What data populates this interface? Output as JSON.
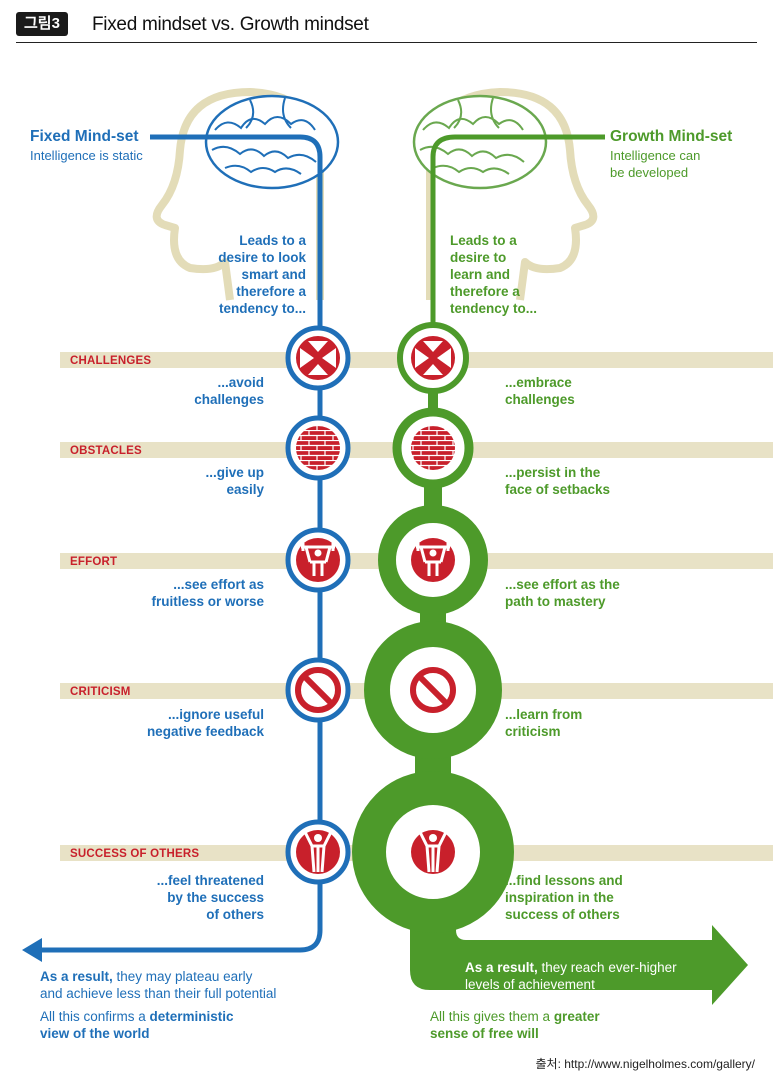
{
  "figure": {
    "badge": "그림3",
    "title": "Fixed mindset vs. Growth mindset",
    "source": "출처: http://www.nigelholmes.com/gallery/"
  },
  "fixed": {
    "heading": "Fixed Mind-set",
    "subheading": "Intelligence is static",
    "leads": [
      "Leads to a",
      "desire to look",
      "smart and",
      "therefore a",
      "tendency to..."
    ],
    "color": "#1f6fb8"
  },
  "growth": {
    "heading": "Growth Mind-set",
    "subheading": [
      "Intelligence can",
      "be developed"
    ],
    "leads": [
      "Leads to a",
      "desire to",
      "learn and",
      "therefore a",
      "tendency to..."
    ],
    "color": "#4d9a2a"
  },
  "rows": [
    {
      "category": "CHALLENGES",
      "icon": "arrows-inward-icon",
      "fixed": [
        "...avoid",
        "challenges"
      ],
      "growth": [
        "...embrace",
        "challenges"
      ]
    },
    {
      "category": "OBSTACLES",
      "icon": "brick-wall-icon",
      "fixed": [
        "...give up",
        "easily"
      ],
      "growth": [
        "...persist in the",
        "face of setbacks"
      ]
    },
    {
      "category": "EFFORT",
      "icon": "weightlifter-icon",
      "fixed": [
        "...see effort as",
        "fruitless or worse"
      ],
      "growth": [
        "...see effort as the",
        "path to mastery"
      ]
    },
    {
      "category": "CRITICISM",
      "icon": "no-sign-icon",
      "fixed": [
        "...ignore useful",
        "negative feedback"
      ],
      "growth": [
        "...learn from",
        "criticism"
      ]
    },
    {
      "category": "SUCCESS OF OTHERS",
      "icon": "cheering-person-icon",
      "fixed": [
        "...feel threatened",
        "by the success",
        "of others"
      ],
      "growth": [
        "...find lessons and",
        "inspiration in the",
        "success of others"
      ]
    }
  ],
  "results": {
    "fixed_lead": "As a result,",
    "fixed_rest1": " they may plateau early",
    "fixed_line2": "and achieve less than their full potential",
    "fixed_confirm": "All this confirms a ",
    "fixed_confirm_bold": "deterministic",
    "fixed_confirm2": "view of the world",
    "growth_lead": "As a result,",
    "growth_rest1": " they reach ever-higher",
    "growth_line2": "levels of achievement",
    "growth_gives": "All this gives them a ",
    "growth_gives_bold": "greater",
    "growth_gives2": "sense of free will"
  },
  "colors": {
    "fixed_blue": "#1f6fb8",
    "growth_green": "#4d9a2a",
    "accent_red": "#c8202b",
    "band_beige": "#e8e2c6",
    "head_outline": "#e3dcb8"
  }
}
